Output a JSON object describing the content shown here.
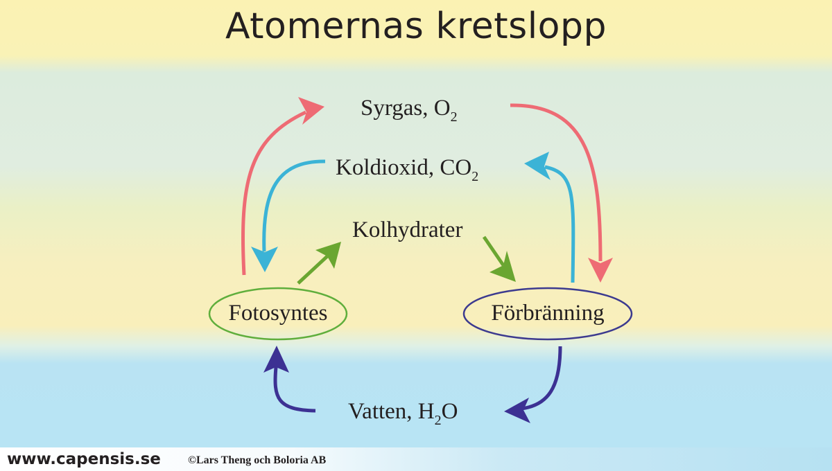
{
  "title": "Atomernas kretslopp",
  "nodes": {
    "syrgas": {
      "text": "Syrgas, O",
      "sub": "2"
    },
    "koldioxid": {
      "text": "Koldioxid, CO",
      "sub": "2"
    },
    "kolhydrater": {
      "text": "Kolhydrater"
    },
    "fotosyntes": {
      "text": "Fotosyntes"
    },
    "forbranning": {
      "text": "Förbränning"
    },
    "vatten": {
      "pre": "Vatten, H",
      "sub": "2",
      "post": "O"
    }
  },
  "colors": {
    "oxygen_arrow": "#ee6b74",
    "co2_arrow": "#3bb3d6",
    "carbohydrate_arrow": "#6aa631",
    "water_arrow": "#3c3193",
    "fotosyntes_ellipse": "#5fae3c",
    "forbranning_ellipse": "#3c3a8f"
  },
  "footer": {
    "url": "www.capensis.se",
    "credit": "©Lars Theng och Boloria AB"
  }
}
